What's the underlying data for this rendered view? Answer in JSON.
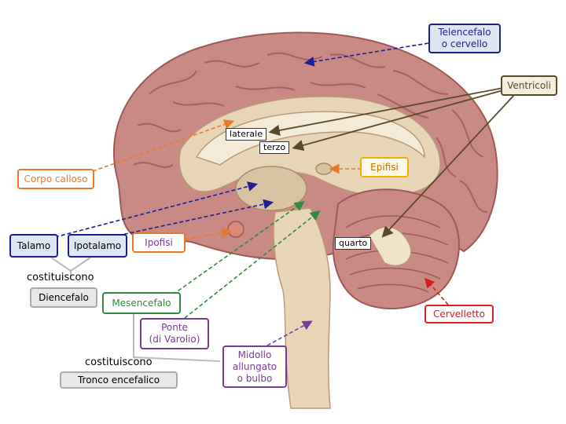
{
  "labels": {
    "telencefalo": "Telencefalo\no cervello",
    "ventricoli": "Ventricoli",
    "laterale": "laterale",
    "terzo": "terzo",
    "epifisi": "Epifisi",
    "corpo_calloso": "Corpo calloso",
    "talamo": "Talamo",
    "ipotalamo": "Ipotalamo",
    "ipofisi": "Ipofisi",
    "quarto": "quarto",
    "costituiscono_1": "costituiscono",
    "diencefalo": "Diencefalo",
    "mesencefalo": "Mesencefalo",
    "cervelletto": "Cervelletto",
    "ponte": "Ponte\n(di Varolio)",
    "midollo": "Midollo\nallungato\no bulbo",
    "costituiscono_2": "costituiscono",
    "tronco": "Tronco encefalico"
  },
  "colors": {
    "blue": "#1f1f8f",
    "brown": "#5a4a2a",
    "orange": "#e8792a",
    "green": "#2e8b3e",
    "purple": "#7a3a9a",
    "red": "#d42020",
    "gray": "#888888",
    "brain": "#c98a86",
    "brain_dark": "#9c5a58"
  }
}
